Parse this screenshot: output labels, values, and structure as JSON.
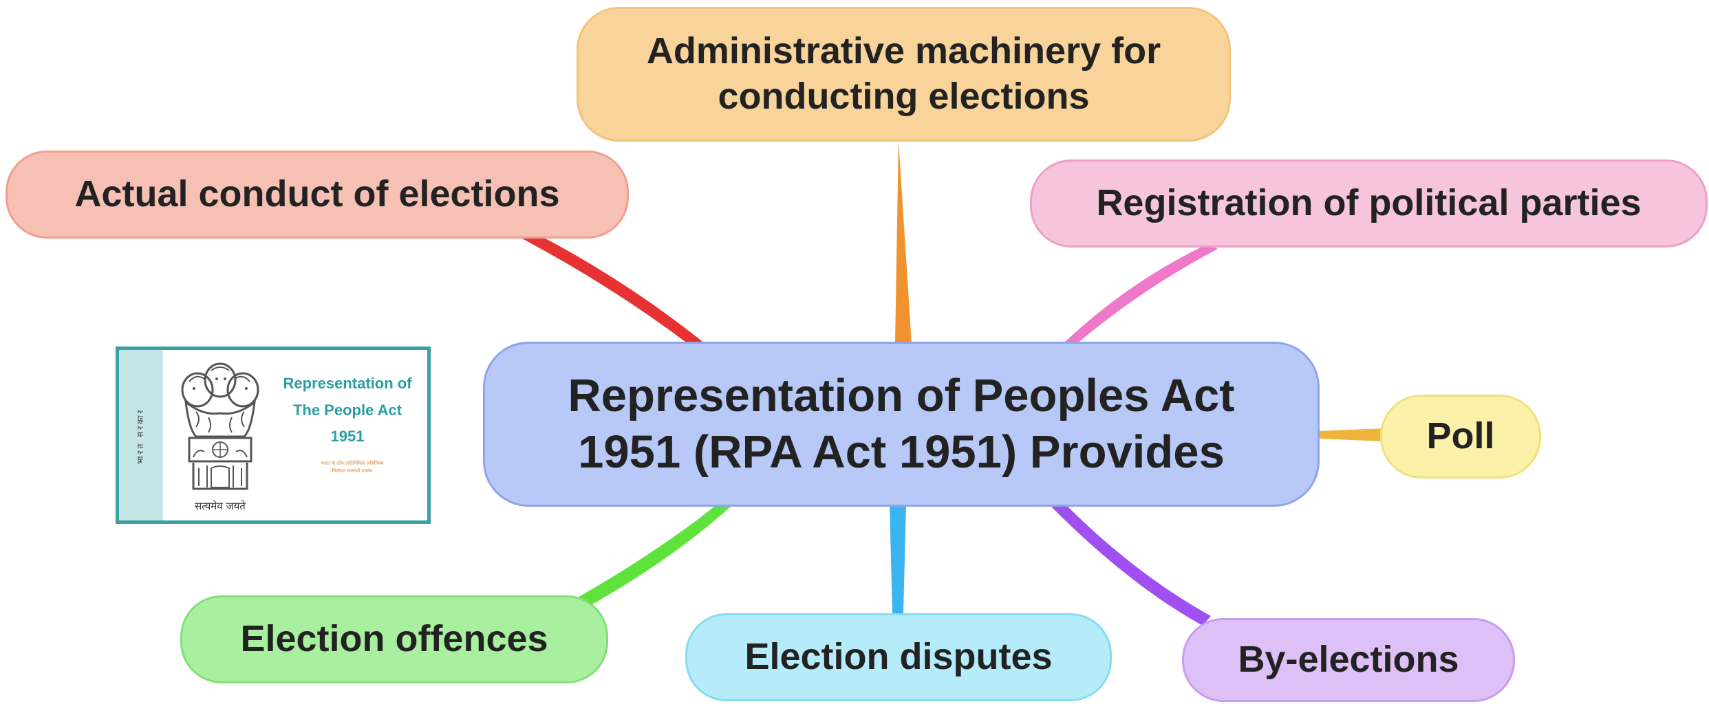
{
  "central": {
    "line1": "Representation of Peoples Act",
    "line2": "1951 (RPA Act 1951) Provides"
  },
  "branches": {
    "admin": {
      "line1": "Administrative machinery for",
      "line2": "conducting elections"
    },
    "conduct": "Actual conduct of elections",
    "party": "Registration of political parties",
    "poll": "Poll",
    "offence": "Election offences",
    "dispute": "Election disputes",
    "bye": "By-elections"
  },
  "emblem_card": {
    "title_line1": "Representation of",
    "title_line2": "The People Act",
    "title_line3": "1951",
    "motto": "सत्यमेव जयते",
    "strip_text": "भारत सरकार",
    "fine_line1": "भारत के लोक प्रतिनिधित्व अधिनियम",
    "fine_line2": "निर्वाचन सम्बन्धी उपबंध"
  },
  "colors": {
    "central_fill": "#b8c8f7",
    "admin": "#f9d49a",
    "conduct": "#f6c0b4",
    "party": "#f7c4dd",
    "poll": "#fbf1a8",
    "offence": "#a8f0a0",
    "dispute": "#b6ecf9",
    "bye": "#dcc0f6",
    "connector_admin": "#f0922e",
    "connector_conduct": "#e63232",
    "connector_party": "#ef78c8",
    "connector_poll": "#f0b43c",
    "connector_offence": "#5fe23c",
    "connector_dispute": "#3cb4f0",
    "connector_bye": "#a050f0"
  }
}
